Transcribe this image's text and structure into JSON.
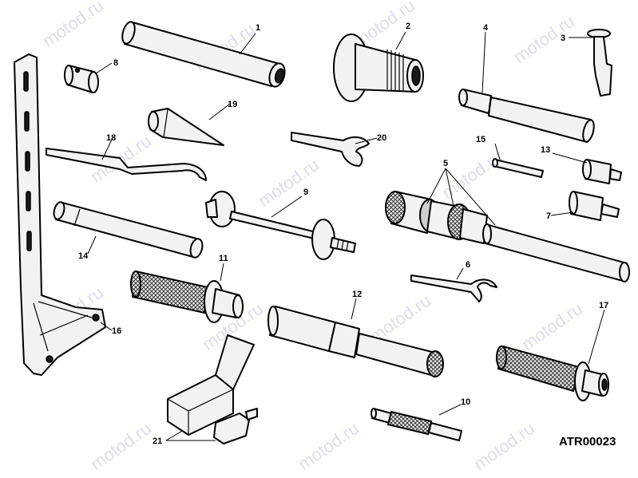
{
  "drawing": {
    "code": "ATR00023",
    "watermark": "motod.ru"
  },
  "callouts": {
    "c1": "1",
    "c2": "2",
    "c3": "3",
    "c4": "4",
    "c5": "5",
    "c6": "6",
    "c7": "7",
    "c8": "8",
    "c9": "9",
    "c10": "10",
    "c11": "11",
    "c12": "12",
    "c13": "13",
    "c14": "14",
    "c15": "15",
    "c16": "16",
    "c17": "17",
    "c18": "18",
    "c19": "19",
    "c20": "20",
    "c21": "21"
  }
}
